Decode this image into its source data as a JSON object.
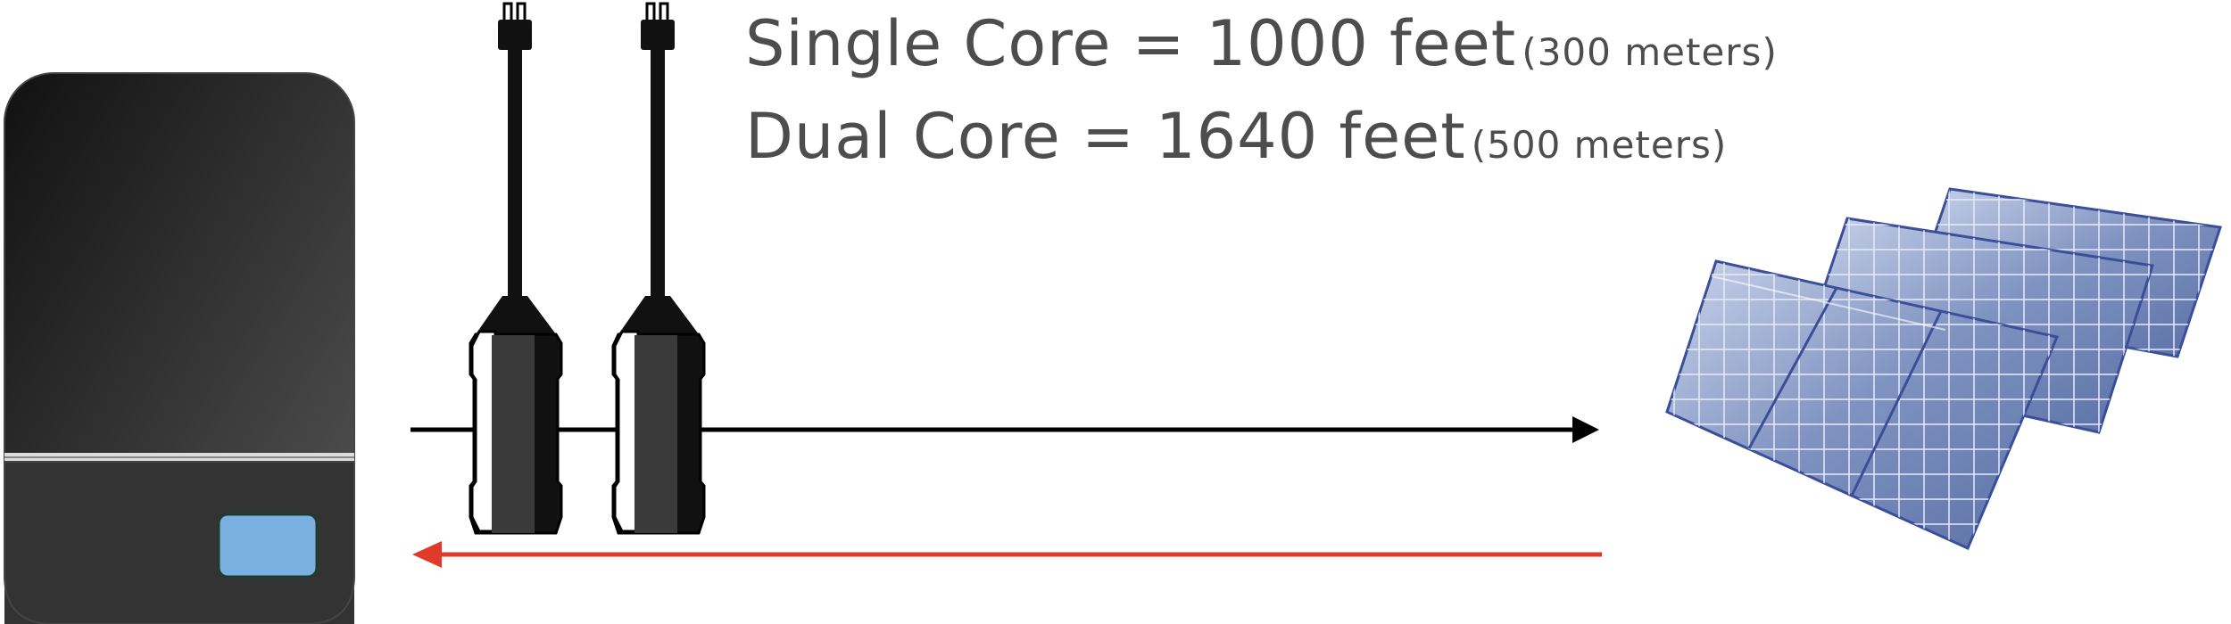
{
  "specs": [
    {
      "main": "Single Core = 1000 feet",
      "sub": "(300 meters)"
    },
    {
      "main": "Dual Core = 1640 feet",
      "sub": "(500 meters)"
    }
  ],
  "colors": {
    "inverter_body": "#333333",
    "inverter_screen": "#7ab0e0",
    "arrow_outgoing": "#000000",
    "arrow_return": "#e03a2a",
    "text": "#4d4d4d",
    "panel_cell": "#6f82b0",
    "panel_frame": "#3a4e9a"
  },
  "icons": {
    "device": "inverter-icon",
    "connectors": "extender-connector-icon",
    "solar": "solar-panel-icon"
  }
}
